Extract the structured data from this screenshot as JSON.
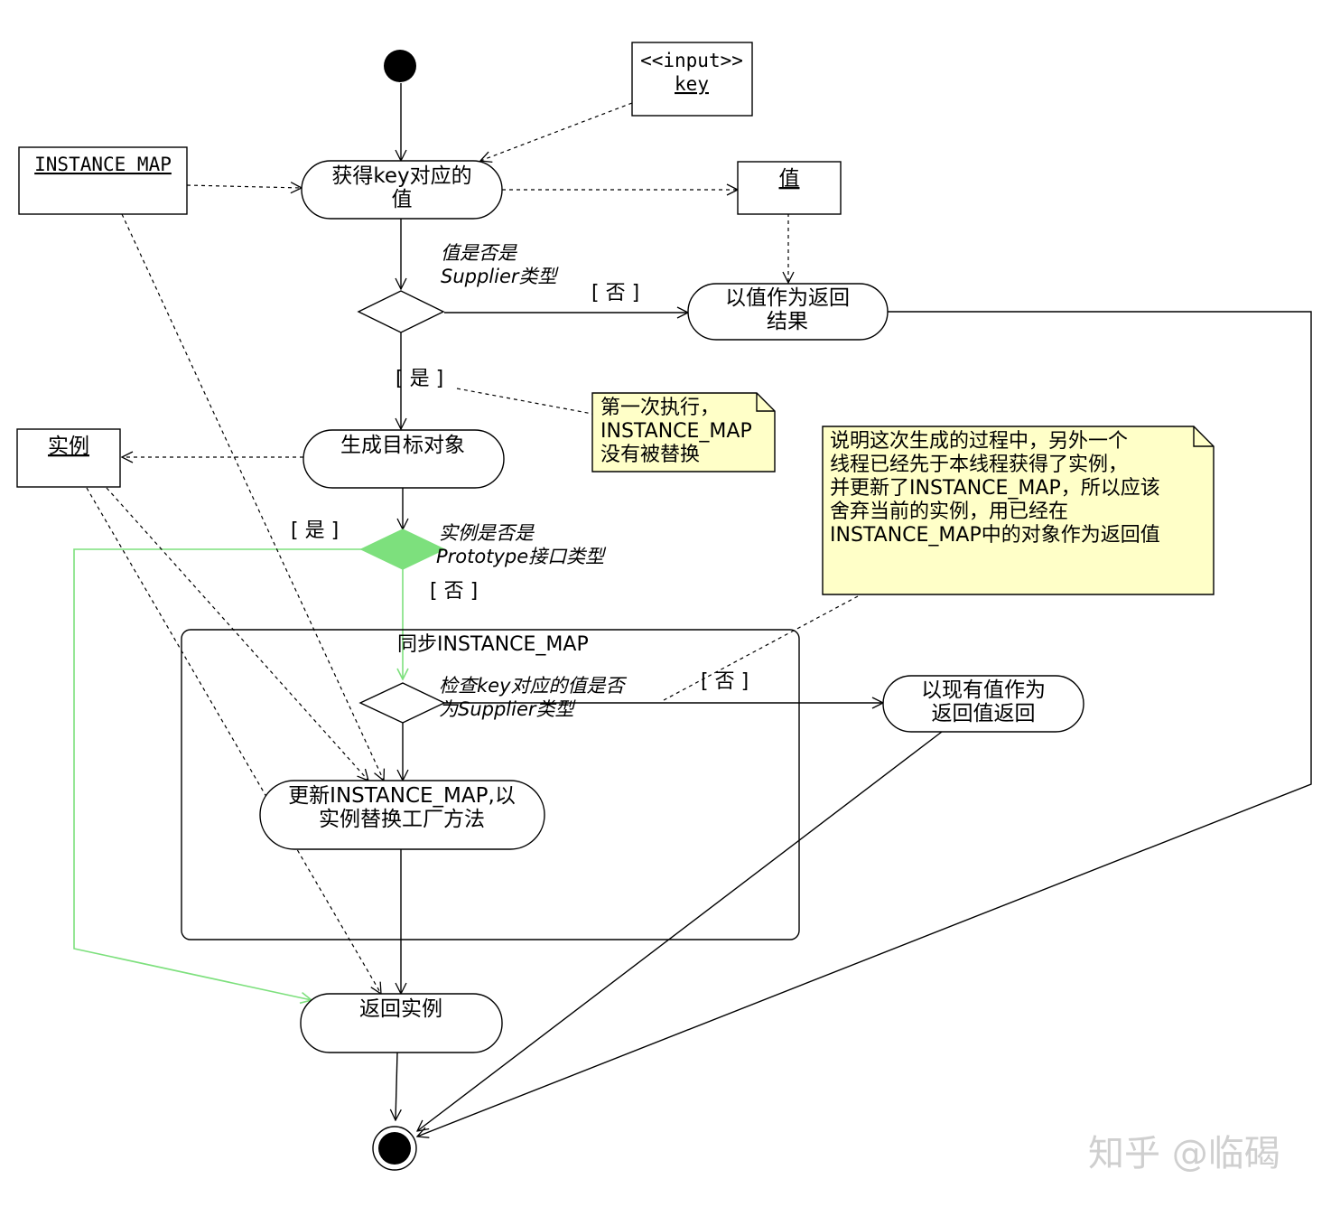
{
  "objects": {
    "input": {
      "stereotype": "<<input>>",
      "name": "key"
    },
    "instance_map": "INSTANCE MAP",
    "value": "值",
    "instance": "实例"
  },
  "actions": {
    "get_value": {
      "line1": "获得key对应的",
      "line2": "值"
    },
    "return_value": {
      "line1": "以值作为返回",
      "line2": "结果"
    },
    "create_target": "生成目标对象",
    "update_map": {
      "line1": "更新INSTANCE_MAP,以",
      "line2": "实例替换工厂方法"
    },
    "return_existing": {
      "line1": "以现有值作为",
      "line2": "返回值返回"
    },
    "return_instance": "返回实例"
  },
  "decisions": {
    "is_supplier": {
      "line1": "值是否是",
      "line2": "Supplier类型"
    },
    "is_prototype": {
      "line1": "实例是否是",
      "line2": "Prototype接口类型"
    },
    "check_supplier": {
      "line1": "检查key对应的值是否",
      "line2": "为Supplier类型"
    }
  },
  "guards": {
    "no_1": "[ 否 ]",
    "yes_1": "[ 是 ]",
    "yes_2": "[ 是 ]",
    "no_2": "[ 否 ]",
    "no_3": "[ 否 ]"
  },
  "region": {
    "label": "同步INSTANCE_MAP"
  },
  "notes": {
    "first_exec": [
      "第一次执行，",
      "INSTANCE_MAP",
      "没有被替换"
    ],
    "explain": [
      "说明这次生成的过程中，另外一个",
      "线程已经先于本线程获得了实例，",
      "并更新了INSTANCE_MAP，所以应该",
      "舍弃当前的实例，用已经在",
      "INSTANCE_MAP中的对象作为返回值"
    ]
  },
  "watermark": "知乎 @临碣",
  "colors": {
    "note_fill": "#ffffc8",
    "highlight": "#7de07d"
  }
}
